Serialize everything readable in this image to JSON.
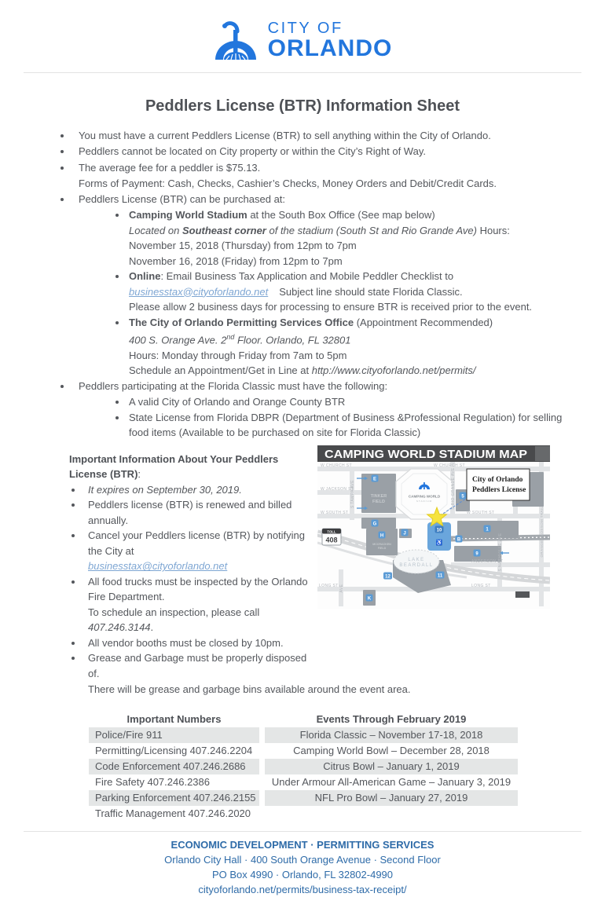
{
  "logo": {
    "city_of": "CITY OF",
    "orlando": "ORLANDO"
  },
  "title": "Peddlers License (BTR) Information Sheet",
  "bullets": {
    "b1": "You must have a current Peddlers License (BTR) to sell anything within the City of Orlando.",
    "b2": "Peddlers cannot be located on City property or within the City’s Right of Way.",
    "b3a": "The average fee for a peddler is $75.13.",
    "b3b": "Forms of Payment: Cash, Checks, Cashier’s Checks, Money Orders and Debit/Credit Cards.",
    "b4": "Peddlers License (BTR) can be purchased at:",
    "s1_bold": "Camping World Stadium",
    "s1_rest": " at the South Box Office (See map below)",
    "s1_it1": "Located on ",
    "s1_itb": "Southeast corner",
    "s1_it2": " of the stadium (South St and Rio Grande Ave)",
    "s1_hours": " Hours:",
    "s1_l2": "November 15, 2018 (Thursday) from 12pm to 7pm",
    "s1_l3": "November 16, 2018 (Friday) from 12pm to 7pm",
    "s2_bold": "Online",
    "s2_rest": ": Email Business Tax Application and Mobile Peddler Checklist to",
    "s2_link": "businesstax@cityoforlando.net",
    "s2_after": "Subject line should state Florida Classic.",
    "s2_l2": "Please allow 2 business days for processing to ensure BTR is received prior to the event.",
    "s3_bold": "The City of Orlando Permitting Services Office",
    "s3_rest": " (Appointment Recommended)",
    "s3_addr1": "400 S. Orange Ave. 2",
    "s3_sup": "nd",
    "s3_addr2": " Floor. Orlando, FL 32801",
    "s3_hours": "Hours: Monday through Friday from 7am to 5pm",
    "s3_sched": "Schedule an Appointment/Get in Line at ",
    "s3_url": "http://www.cityoforlando.net/permits/",
    "b5": "Peddlers participating at the Florida Classic must have the following:",
    "b5_s1": "A valid City of Orlando and Orange County BTR",
    "b5_s2": "State License from Florida DBPR (Department of Business &Professional Regulation) for selling food items (Available to be purchased on site for Florida Classic)"
  },
  "info": {
    "heading": "Important Information About Your Peddlers License (BTR)",
    "heading_colon": ":",
    "i1": "It expires on September 30, 2019.",
    "i2": "Peddlers license (BTR) is renewed and billed annually.",
    "i3": "Cancel your Peddlers license (BTR) by notifying the City at",
    "i3_link": "businesstax@cityoforlando.net",
    "i4a": "All food trucks must be inspected by the Orlando Fire Department.",
    "i4b_pre": "To schedule an inspection, please call ",
    "i4b_num": "407.246.3144",
    "i4b_post": ".",
    "i5": "All vendor booths must be closed by 10pm.",
    "i6a": "Grease and Garbage must be properly disposed of.",
    "i6b": "There will be grease and garbage bins available around the event area."
  },
  "map": {
    "header": "CAMPING WORLD STADIUM MAP",
    "callout1": "City of Orlando",
    "callout2": "Peddlers License",
    "tinker1": "TINKER",
    "tinker2": "FIELD",
    "mccracken1": "MCCRACKEN",
    "mccracken2": "FIELD",
    "lake1": "LAKE",
    "lake2": "BEARDALL",
    "stadium_logo": "CAMPING WORLD",
    "stadium_sub": "STADIUM",
    "toll": "TOLL",
    "route": "408",
    "accessible": "♿",
    "streets": {
      "church_l": "W CHURCH ST",
      "church_r": "W CHURCH ST",
      "jackson": "W JACKSON ST",
      "south_l": "W SOUTH ST",
      "south_r": "W SOUTH ST",
      "anderson": "ANDERSON ST",
      "long_l": "LONG ST",
      "long_r": "LONG ST",
      "tampa": "S TAMPA AVE",
      "rio": "S RIO GRANDE AVE",
      "nashville": "S NASHVILLE AVE",
      "obt": "ORANGE BLOSSOM TRAIL",
      "ave": "AVE"
    },
    "badges": {
      "e": "E",
      "g": "G",
      "h": "H",
      "j": "J",
      "k": "K",
      "b": "B",
      "n1": "1",
      "n5": "5",
      "n9": "9",
      "n10": "10",
      "n11": "11",
      "n12": "12"
    }
  },
  "table": {
    "header_left": "Important Numbers",
    "header_right": "Events Through February 2019",
    "rows": [
      [
        "Police/Fire 911",
        "Florida Classic – November 17-18, 2018"
      ],
      [
        "Permitting/Licensing 407.246.2204",
        "Camping World Bowl – December 28, 2018"
      ],
      [
        "Code Enforcement 407.246.2686",
        "Citrus Bowl – January 1, 2019"
      ],
      [
        "Fire Safety 407.246.2386",
        "Under Armour All-American Game – January 3, 2019"
      ],
      [
        "Parking Enforcement 407.246.2155",
        "NFL Pro Bowl – January 27, 2019"
      ],
      [
        "Traffic Management 407.246.2020",
        ""
      ]
    ]
  },
  "footer": {
    "line1": "ECONOMIC DEVELOPMENT · PERMITTING SERVICES",
    "line2": "Orlando City Hall · 400 South Orange Avenue · Second Floor",
    "line3": "PO Box 4990 · Orlando, FL 32802-4990",
    "line4": "cityoforlando.net/permits/business-tax-receipt/"
  },
  "colors": {
    "brand_blue": "#2276dd",
    "footer_blue": "#2e6ba8",
    "link_blue": "#7ea6d3",
    "star_yellow": "#f6e33e",
    "badge_blue": "#5b9bd5",
    "table_stripe": "#e4e6e6",
    "map_header_gray": "#494a4c"
  }
}
